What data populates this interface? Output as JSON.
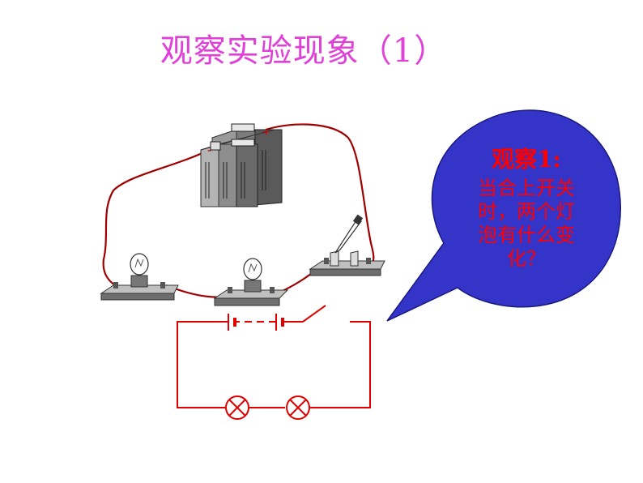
{
  "title": "观察实验现象（1）",
  "colors": {
    "title": "#e040d8",
    "bubble_fill": "#3535c8",
    "bubble_text": "#ff0000",
    "wire": "#a00000",
    "schematic": "#e00000"
  },
  "bubble": {
    "heading": "观察1:",
    "lines": [
      "当合上开关",
      "时，两个灯",
      "泡有什么变",
      "化？"
    ]
  },
  "battery_labels": {
    "negative": "-",
    "positive": "+"
  }
}
